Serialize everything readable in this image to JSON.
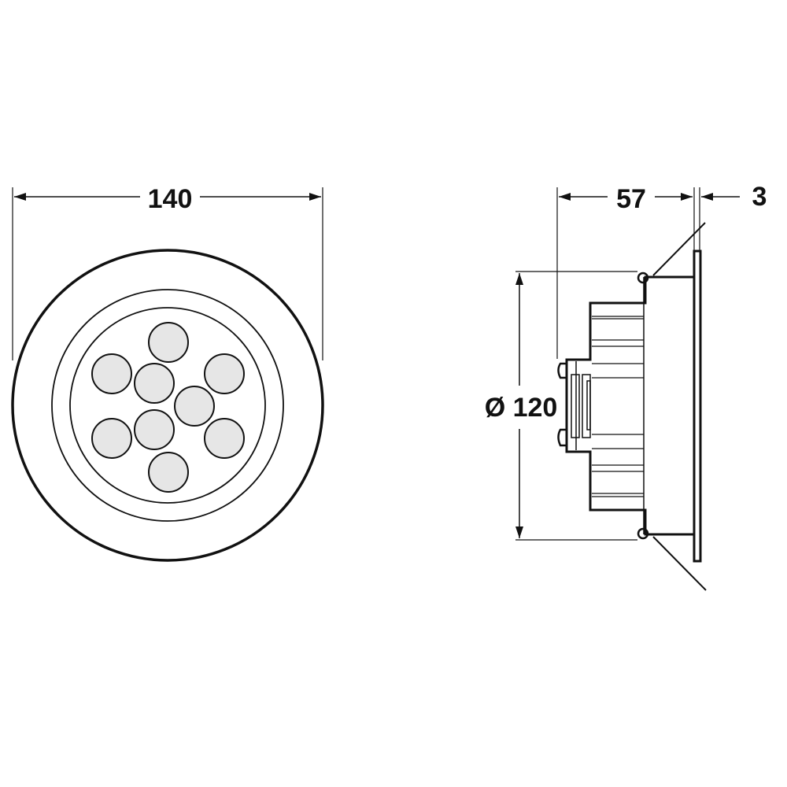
{
  "front_view": {
    "width_dimension": "140",
    "led_count": 9
  },
  "side_view": {
    "depth_dimension": "57",
    "flange_dimension": "3",
    "cutout_dimension": "Ø 120"
  },
  "colors": {
    "line": "#111111",
    "led_fill": "#e6e6e6"
  }
}
